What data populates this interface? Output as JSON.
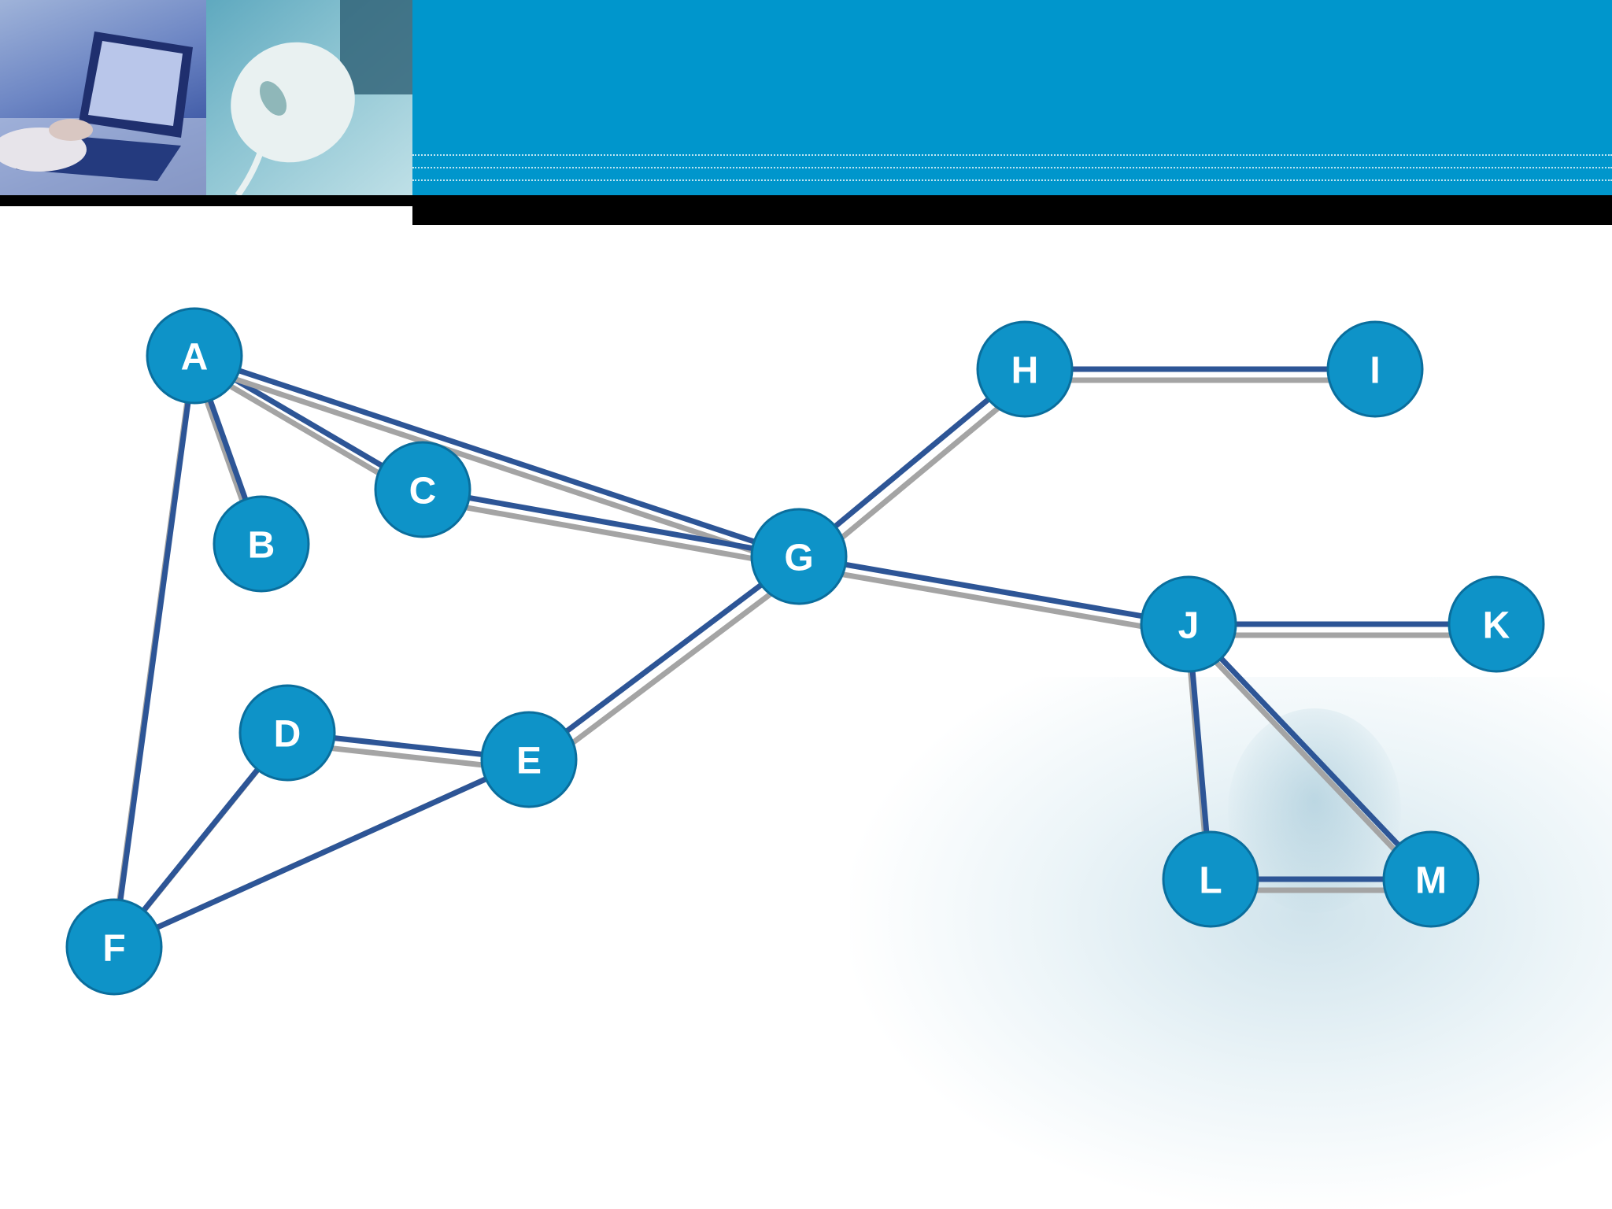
{
  "graph": {
    "nodes": [
      {
        "id": "A",
        "label": "A"
      },
      {
        "id": "B",
        "label": "B"
      },
      {
        "id": "C",
        "label": "C"
      },
      {
        "id": "D",
        "label": "D"
      },
      {
        "id": "E",
        "label": "E"
      },
      {
        "id": "F",
        "label": "F"
      },
      {
        "id": "G",
        "label": "G"
      },
      {
        "id": "H",
        "label": "H"
      },
      {
        "id": "I",
        "label": "I"
      },
      {
        "id": "J",
        "label": "J"
      },
      {
        "id": "K",
        "label": "K"
      },
      {
        "id": "L",
        "label": "L"
      },
      {
        "id": "M",
        "label": "M"
      }
    ],
    "edges": [
      [
        "A",
        "B"
      ],
      [
        "A",
        "C"
      ],
      [
        "A",
        "G"
      ],
      [
        "A",
        "F"
      ],
      [
        "C",
        "G"
      ],
      [
        "D",
        "E"
      ],
      [
        "D",
        "F"
      ],
      [
        "E",
        "F"
      ],
      [
        "E",
        "G"
      ],
      [
        "G",
        "H"
      ],
      [
        "H",
        "I"
      ],
      [
        "G",
        "J"
      ],
      [
        "J",
        "K"
      ],
      [
        "J",
        "L"
      ],
      [
        "J",
        "M"
      ],
      [
        "L",
        "M"
      ]
    ],
    "colors": {
      "node_fill": "#0e93c8",
      "edge": "#2d5596",
      "edge_shadow": "#a4a4a4",
      "banner": "#0096cc"
    }
  }
}
